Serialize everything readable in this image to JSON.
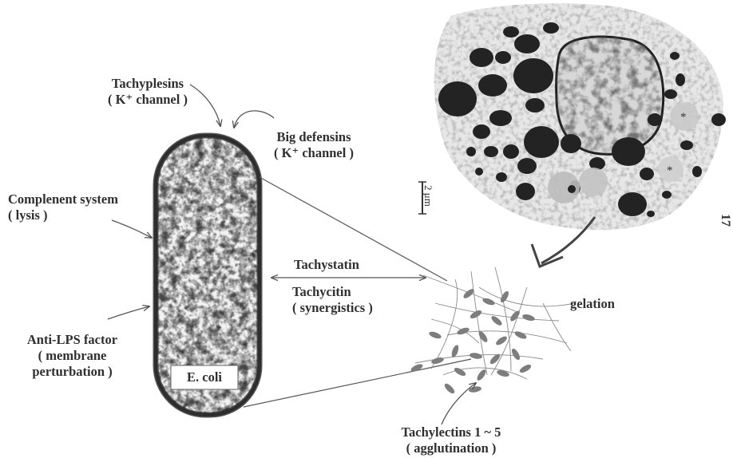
{
  "labels": {
    "tachyplesins": {
      "name": "Tachyplesins",
      "note": "( K⁺  channel )"
    },
    "big_defensins": {
      "name": "Big defensins",
      "note": "( K⁺  channel )"
    },
    "complement": {
      "name": "Complenent  system",
      "note": "( lysis )"
    },
    "anti_lps": {
      "name": "Anti-LPS factor",
      "note1": "( membrane",
      "note2": "perturbation )"
    },
    "tachystatin": {
      "name": "Tachystatin"
    },
    "tachycitin": {
      "name": "Tachycitin",
      "note": "( synergistics )"
    },
    "gelation": {
      "name": "gelation"
    },
    "tachylectins": {
      "name": "Tachylectins  1 ~ 5",
      "note": "( agglutination )"
    },
    "bacterium": {
      "name": "E.  coli"
    },
    "scale_bar": {
      "text": "2 μm"
    },
    "page_number": {
      "text": "17"
    }
  }
}
